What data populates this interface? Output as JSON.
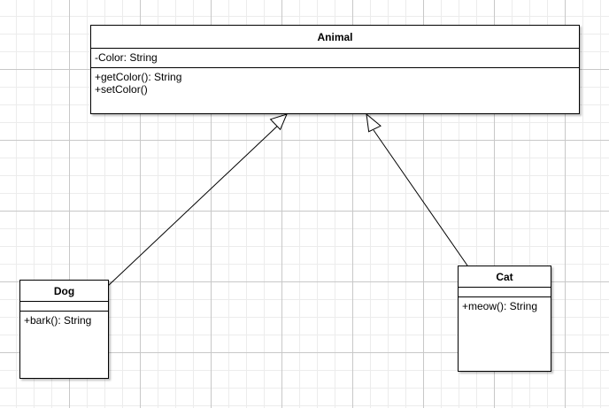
{
  "diagram": {
    "type": "uml-class-diagram",
    "classes": {
      "animal": {
        "name": "Animal",
        "attributes": [
          "-Color: String"
        ],
        "operations": [
          "+getColor(): String",
          "+setColor()"
        ]
      },
      "dog": {
        "name": "Dog",
        "attributes": [],
        "operations": [
          "+bark(): String"
        ]
      },
      "cat": {
        "name": "Cat",
        "attributes": [],
        "operations": [
          "+meow(): String"
        ]
      }
    },
    "relationships": [
      {
        "type": "generalization",
        "from": "Dog",
        "to": "Animal"
      },
      {
        "type": "generalization",
        "from": "Cat",
        "to": "Animal"
      }
    ]
  }
}
